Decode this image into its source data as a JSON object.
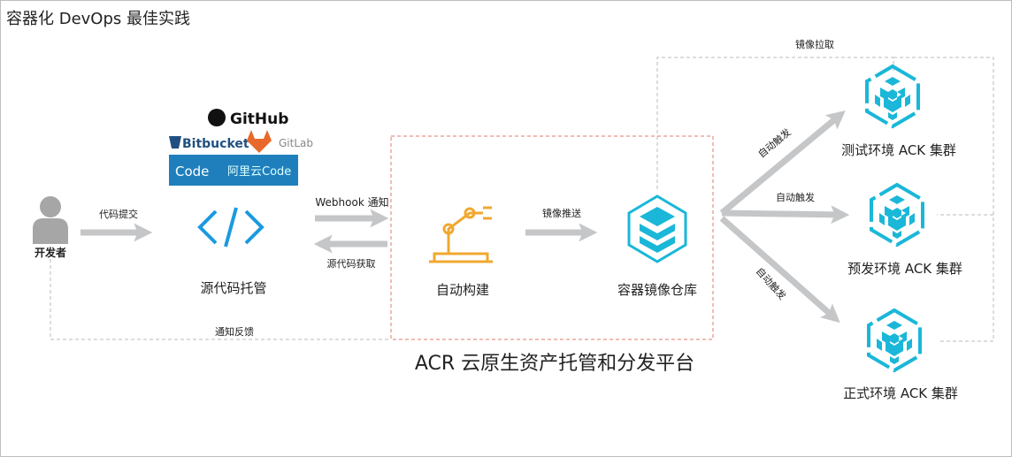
{
  "title": "容器化 DevOps 最佳实践",
  "developer": {
    "label": "开发者",
    "commit_label": "代码提交",
    "feedback_label": "通知反馈"
  },
  "source": {
    "label": "源代码托管",
    "logos": {
      "github": "GitHub",
      "bitbucket": "Bitbucket",
      "gitlab": "GitLab",
      "code_icon": "Code",
      "aliyun_code": "阿里云Code"
    },
    "webhook_label": "Webhook 通知",
    "fetch_label": "源代码获取"
  },
  "build": {
    "label": "自动构建",
    "push_label": "镜像推送"
  },
  "registry": {
    "label": "容器镜像仓库",
    "pull_label": "镜像拉取"
  },
  "platform_caption": "ACR 云原生资产托管和分发平台",
  "trigger_label": "自动触发",
  "clusters": [
    {
      "label": "测试环境 ACK 集群"
    },
    {
      "label": "预发环境 ACK 集群"
    },
    {
      "label": "正式环境 ACK 集群"
    }
  ],
  "colors": {
    "accent": "#1ab7d8",
    "build": "#f0a830",
    "box": "#e07a6a",
    "arrow": "#c4c6c8",
    "code_bg": "#1f7fbd"
  }
}
